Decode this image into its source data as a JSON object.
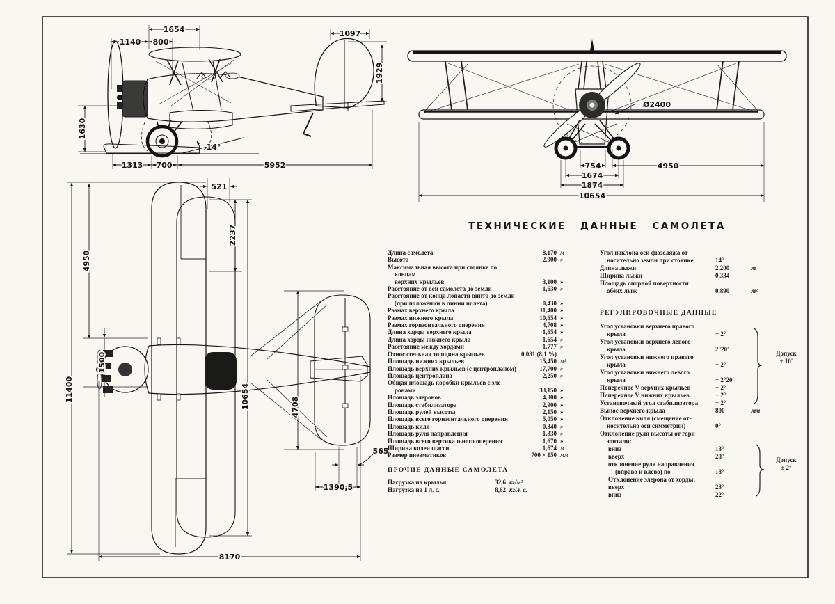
{
  "page": {
    "title": "ТЕХНИЧЕСКИЕ ДАННЫЕ САМОЛЕТА"
  },
  "sections": {
    "other_header": "ПРОЧИЕ ДАННЫЕ САМОЛЕТА",
    "regulation_header": "РЕГУЛИРОВОЧНЫЕ ДАННЫЕ"
  },
  "specs": [
    {
      "l": "Длина самолета",
      "v": "8,170",
      "u": "м"
    },
    {
      "l": "Высота",
      "v": "2,900",
      "u": "»"
    },
    {
      "l": "Максимальная высота при стоянке по концам\nверхних крыльев",
      "v": "3,100",
      "u": "»"
    },
    {
      "l": "Расстояние от оси самолета до земли",
      "v": "1,630",
      "u": "»"
    },
    {
      "l": "Расстояние от конца лопасти винта до земли\n(при положении в линии полета)",
      "v": "0,430",
      "u": "»"
    },
    {
      "l": "Размах верхнего крыла",
      "v": "11,400",
      "u": "»"
    },
    {
      "l": "Размах нижнего крыла",
      "v": "10,654",
      "u": "»"
    },
    {
      "l": "Размах горизонтального оперения",
      "v": "4,708",
      "u": "»"
    },
    {
      "l": "Длина хорды верхнего крыла",
      "v": "1,654",
      "u": "»"
    },
    {
      "l": "Длина хорды нижнего крыла",
      "v": "1,654",
      "u": "»"
    },
    {
      "l": "Расстояние между хордами",
      "v": "1,777",
      "u": "»"
    },
    {
      "l": "Относительная толщина крыльев",
      "v": "0,081 (8,1 %)",
      "u": ""
    },
    {
      "l": "Площадь нижних крыльев",
      "v": "15,450",
      "u": "м²"
    },
    {
      "l": "Площадь верхних крыльев (с центропланом)",
      "v": "17,700",
      "u": "»"
    },
    {
      "l": "Площадь центроплана",
      "v": "2,250",
      "u": "»"
    },
    {
      "l": "Общая площадь коробки крыльев с эле-\nронами",
      "v": "33,150",
      "u": "»"
    },
    {
      "l": "Площадь элеронов",
      "v": "4,300",
      "u": "»"
    },
    {
      "l": "Площадь стабилизатора",
      "v": "2,900",
      "u": "»"
    },
    {
      "l": "Площадь рулей высоты",
      "v": "2,150",
      "u": "»"
    },
    {
      "l": "Площадь всего горизонтального оперения",
      "v": "5,050",
      "u": "»"
    },
    {
      "l": "Площадь киля",
      "v": "0,340",
      "u": "»"
    },
    {
      "l": "Площадь руля направления",
      "v": "1,330",
      "u": "»"
    },
    {
      "l": "Площадь всего вертикального оперения",
      "v": "1,670",
      "u": "»"
    },
    {
      "l": "Ширина колеи шасси",
      "v": "1,674",
      "u": "м"
    },
    {
      "l": "Размер пневматиков",
      "v": "700 × 150",
      "u": "мм"
    }
  ],
  "other": [
    {
      "l": "Нагрузка на крылья",
      "v": "32,6",
      "u": "кг/м²"
    },
    {
      "l": "Нагрузка на 1 л. с.",
      "v": "8,62",
      "u": "кг/л. с."
    }
  ],
  "right_top": [
    {
      "l": "Угол наклона оси фюзеляжа от-\nносительно земли при стоянке",
      "v": "14°",
      "u": ""
    },
    {
      "l": "Длина лыжи",
      "v": "2,200",
      "u": "м"
    },
    {
      "l": "Ширина лыжи",
      "v": "0,334",
      "u": ""
    },
    {
      "l": "Площадь опорной поверхности\nобеих лыж",
      "v": "0,890",
      "u": "м²"
    }
  ],
  "regulation": [
    {
      "l": "Угол установки верхнего правого\nкрыла",
      "v": "+ 2°",
      "u": ""
    },
    {
      "l": "Угол установки верхнего левого\nкрыла",
      "v": "2°20′",
      "u": ""
    },
    {
      "l": "Угол установки нижнего правого\nкрыла",
      "v": "+ 2°",
      "u": ""
    },
    {
      "l": "Угол установки нижнего левого\nкрыла",
      "v": "+ 2°20′",
      "u": ""
    },
    {
      "l": "Поперечное V верхних крыльев",
      "v": "+ 2°",
      "u": ""
    },
    {
      "l": "Поперечное V нижних крыльев",
      "v": "+ 2°",
      "u": ""
    },
    {
      "l": "Установочный угол стабилизатора",
      "v": "+ 2°",
      "u": ""
    },
    {
      "l": "Вынос верхнего крыла",
      "v": "800",
      "u": "мм"
    },
    {
      "l": "Отклонение киля (смещение от-\nносительно оси симметрии)",
      "v": "0°",
      "u": ""
    },
    {
      "l": "Отклонение руля высоты от гори-\nзонтали:",
      "v": "",
      "u": ""
    },
    {
      "l": "вниз",
      "v": "13°",
      "u": "",
      "ind": 1
    },
    {
      "l": "вверх",
      "v": "28°",
      "u": "",
      "ind": 1
    },
    {
      "l": "отклонение руля направления\n(вправо и влево) по",
      "v": "18°",
      "u": "",
      "ind": 1
    },
    {
      "l": "Отклонение элерона от хорды:",
      "v": "",
      "u": "",
      "ind": 1
    },
    {
      "l": "вверх",
      "v": "23°",
      "u": "",
      "ind": 1
    },
    {
      "l": "вниз",
      "v": "22°",
      "u": "",
      "ind": 1
    }
  ],
  "tolerances": [
    {
      "line1": "Допуск",
      "line2": "± 10′"
    },
    {
      "line1": "Допуск",
      "line2": "± 2°"
    }
  ],
  "side_view": {
    "dims": {
      "d1654": "1654",
      "d1140": "1140",
      "d800": "800",
      "d1097": "1097",
      "d1929": "1929",
      "d1630": "1630",
      "angle": "14°",
      "d1313": "1313",
      "d700": "700",
      "d5952": "5952"
    }
  },
  "front_view": {
    "dims": {
      "prop_diameter": "Ø2400",
      "d754": "754",
      "d4950": "4950",
      "d1674": "1674",
      "d1874": "1874",
      "d10654": "10654"
    }
  },
  "plan_view": {
    "dims": {
      "d521": "521",
      "d2237": "2237",
      "d10654": "10654",
      "d4708": "4708",
      "d4950": "4950",
      "d11400": "11400",
      "d1500": "1500",
      "d565": "565",
      "d1390": "1390,5",
      "d8170": "8170"
    }
  }
}
